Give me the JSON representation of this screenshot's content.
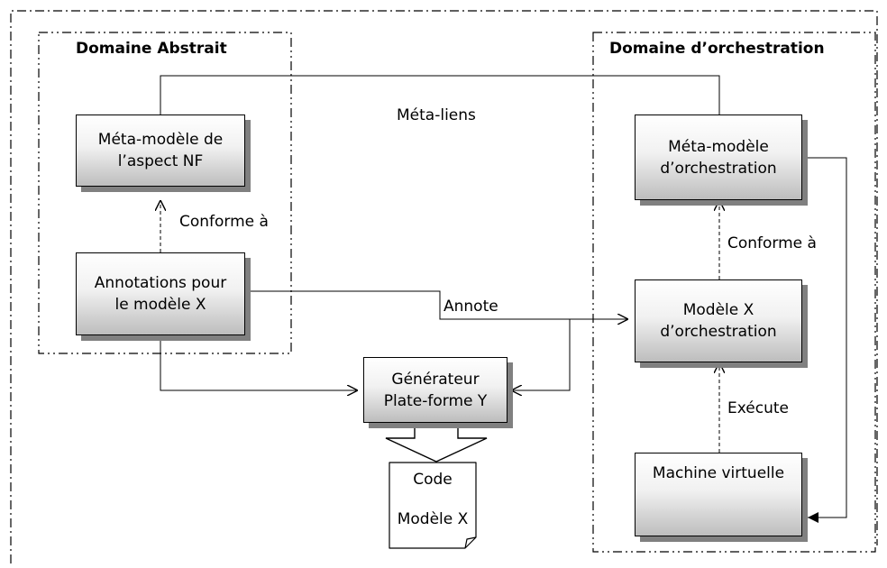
{
  "domains": {
    "abstract": {
      "title": "Domaine Abstrait"
    },
    "orchestration": {
      "title": "Domaine d’orchestration"
    }
  },
  "boxes": {
    "meta_nf": "Méta-modèle de\nl’aspect NF",
    "annotations": "Annotations pour\nle modèle X",
    "generator": "Générateur\nPlate-forme Y",
    "meta_orch": "Méta-modèle\nd’orchestration",
    "model_orch": "Modèle  X\nd’orchestration",
    "vm": "Machine virtuelle"
  },
  "code_doc": {
    "line1": "Code",
    "line2": "Modèle X"
  },
  "edges": {
    "meta_links": "Méta-liens",
    "conforms_left": "Conforme à",
    "conforms_right": "Conforme à",
    "annotates": "Annote",
    "executes": "Exécute"
  }
}
